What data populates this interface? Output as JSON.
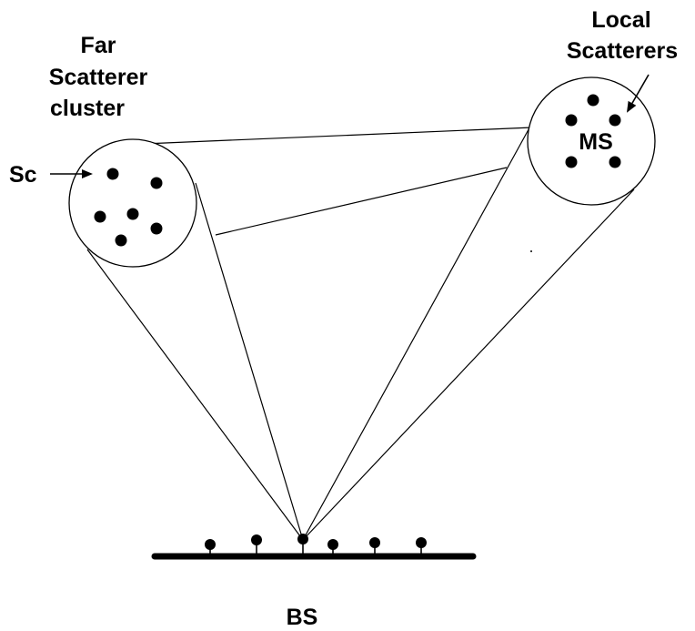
{
  "diagram": {
    "far_cluster_label_lines": [
      "Far",
      "Scatterer",
      "cluster"
    ],
    "local_scatterers_label_lines": [
      "Local",
      "Scatterers"
    ],
    "sc_label": "Sc",
    "ms_label": "MS",
    "bs_label": "BS"
  }
}
